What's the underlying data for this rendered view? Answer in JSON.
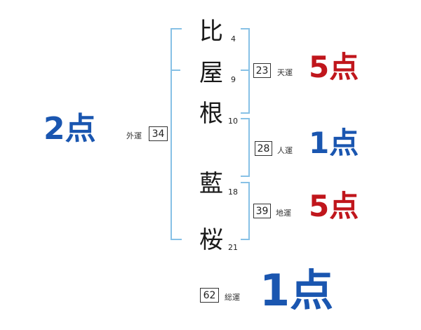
{
  "name_chars": [
    {
      "char": "比",
      "strokes": "4"
    },
    {
      "char": "屋",
      "strokes": "9"
    },
    {
      "char": "根",
      "strokes": "10"
    },
    {
      "char": "藍",
      "strokes": "18"
    },
    {
      "char": "桜",
      "strokes": "21"
    }
  ],
  "gaikaku": {
    "label": "外運",
    "value": "34",
    "score": "2点"
  },
  "tenkaku": {
    "label": "天運",
    "value": "23",
    "score": "5点"
  },
  "jinkaku": {
    "label": "人運",
    "value": "28",
    "score": "1点"
  },
  "chikaku": {
    "label": "地運",
    "value": "39",
    "score": "5点"
  },
  "soukaku": {
    "label": "総運",
    "value": "62",
    "score": "1点"
  },
  "colors": {
    "bracket": "#87c1e6",
    "score_blue": "#1a56b0",
    "score_red": "#c0161c"
  }
}
